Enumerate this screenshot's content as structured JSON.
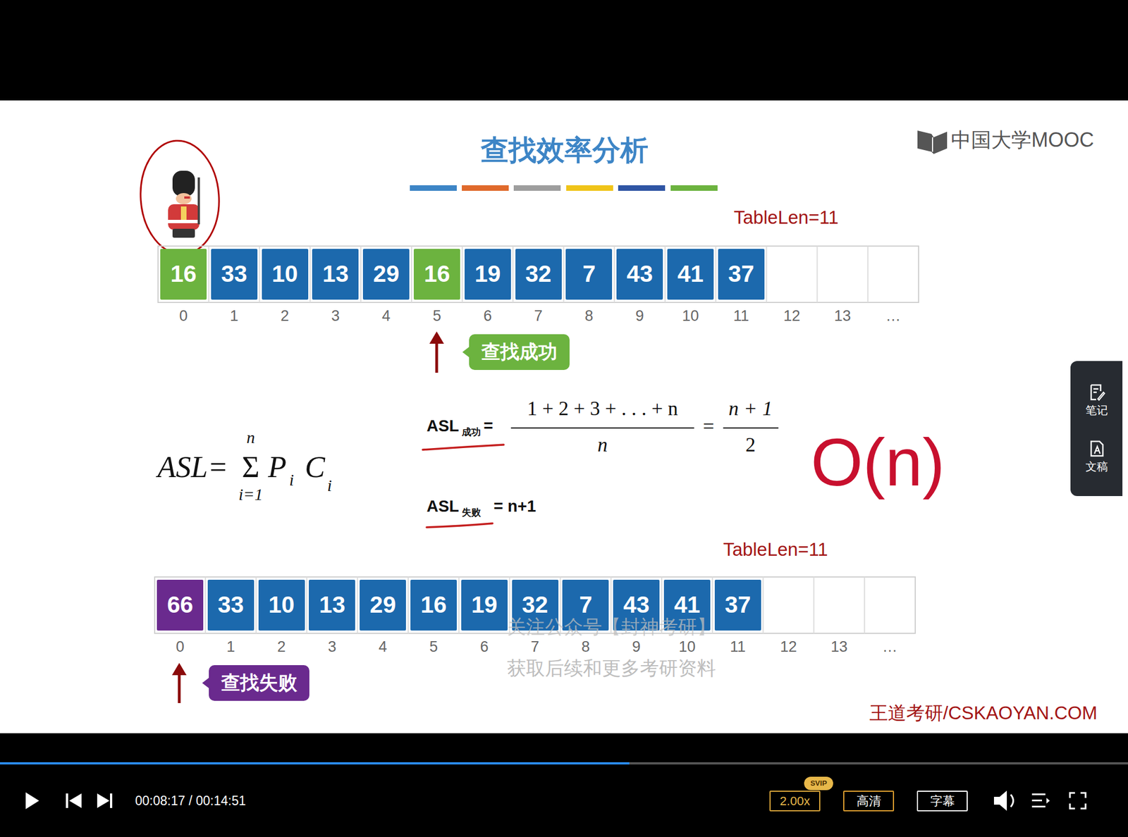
{
  "diagram": {
    "title": "查找效率分析",
    "nodes": [
      {
        "text": [
          "16"
        ]
      },
      {
        "text": [
          "33"
        ]
      },
      {
        "text": [
          "10"
        ]
      },
      {
        "text": [
          "13"
        ]
      },
      {
        "text": [
          "29"
        ]
      },
      {
        "text": [
          "16"
        ]
      },
      {
        "text": [
          "19"
        ]
      },
      {
        "text": [
          "32"
        ]
      },
      {
        "text": [
          "7"
        ]
      },
      {
        "text": [
          "43"
        ]
      },
      {
        "text": [
          "41"
        ]
      },
      {
        "text": [
          "37"
        ]
      },
      {
        "text": [
          "查找成功"
        ]
      },
      {
        "text": [
          "笔记",
          "文稿"
        ]
      },
      {
        "text": [
          "66"
        ]
      },
      {
        "text": [
          "33"
        ]
      },
      {
        "text": [
          "10"
        ]
      },
      {
        "text": [
          "13"
        ]
      },
      {
        "text": [
          "29"
        ]
      },
      {
        "text": [
          "16"
        ]
      },
      {
        "text": [
          "19"
        ]
      },
      {
        "text": [
          "32"
        ]
      },
      {
        "text": [
          "7"
        ]
      },
      {
        "text": [
          "43"
        ]
      },
      {
        "text": [
          "41"
        ]
      },
      {
        "text": [
          "37"
        ]
      },
      {
        "text": [
          "查找失败"
        ]
      },
      {
        "text": [
          "2.00x"
        ]
      },
      {
        "text": [
          "SVIP"
        ]
      },
      {
        "text": [
          "高清"
        ]
      },
      {
        "text": [
          "字幕"
        ]
      }
    ],
    "labels": [
      "中国大学MOOC",
      "TableLen=11",
      "0",
      "1",
      "2",
      "3",
      "4",
      "5",
      "6",
      "7",
      "8",
      "9",
      "10",
      "11",
      "12",
      "13",
      "…",
      "ASL=",
      "n",
      "Σ",
      "i=1",
      "P",
      "i",
      "C",
      "i",
      "ASL",
      "成功",
      "=",
      "1 + 2 + 3 + . . . + n",
      "n",
      "=",
      "n + 1",
      "2",
      "O(n)",
      "ASL",
      "失败",
      "= n+1",
      "TableLen=11",
      "关注公众号【封神考研】",
      "0",
      "1",
      "2",
      "3",
      "4",
      "5",
      "6",
      "7",
      "8",
      "9",
      "10",
      "11",
      "12",
      "13",
      "…",
      "获取后续和更多考研资料",
      "王道考研/CSKAOYAN.COM",
      "00:08:17 / 00:14:51"
    ]
  }
}
